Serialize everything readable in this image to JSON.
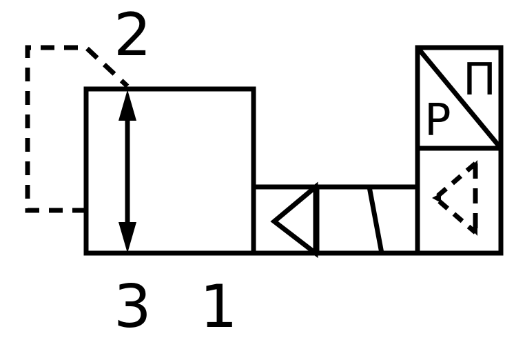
{
  "ports": {
    "top": "2",
    "bottom_left": "3",
    "bottom_right": "1"
  },
  "pe_transducer": {
    "input": "P",
    "output": "П"
  },
  "colors": {
    "stroke": "#000000",
    "background": "#ffffff"
  }
}
